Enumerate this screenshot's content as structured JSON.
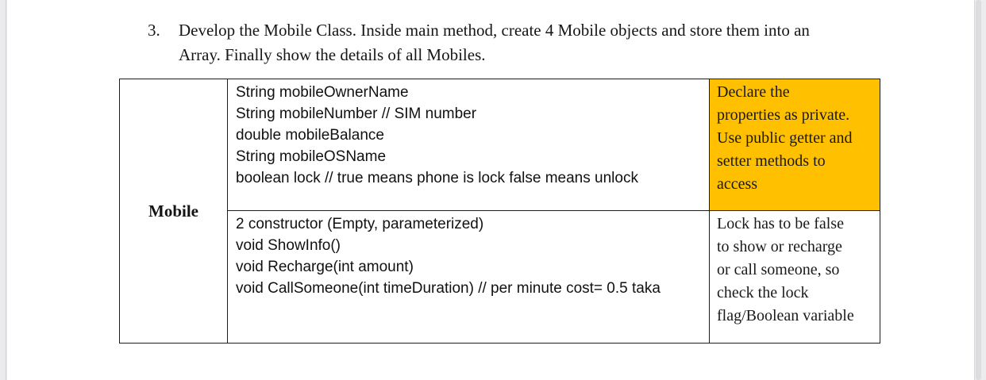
{
  "exercise": {
    "number": "3.",
    "text": "Develop the Mobile Class. Inside main method, create 4 Mobile objects and store them into an Array. Finally show the details of all Mobiles."
  },
  "table": {
    "class_name": "Mobile",
    "properties_cell": {
      "lines": [
        "String mobileOwnerName",
        "String mobileNumber // SIM number",
        "double mobileBalance",
        "String mobileOSName",
        "boolean lock // true means phone is lock false means unlock"
      ]
    },
    "properties_note": {
      "highlight_color": "#FFC000",
      "lines": [
        "Declare the",
        "properties as private.",
        "Use public getter and",
        "setter methods to",
        "access"
      ]
    },
    "methods_cell": {
      "lines": [
        "2 constructor (Empty, parameterized)",
        "void ShowInfo()",
        "void Recharge(int amount)",
        "void CallSomeone(int timeDuration) // per minute cost= 0.5 taka"
      ]
    },
    "methods_note": {
      "lines": [
        "Lock has to be false",
        "to show or recharge",
        "or call someone, so",
        "check the lock",
        "flag/Boolean variable"
      ]
    }
  }
}
